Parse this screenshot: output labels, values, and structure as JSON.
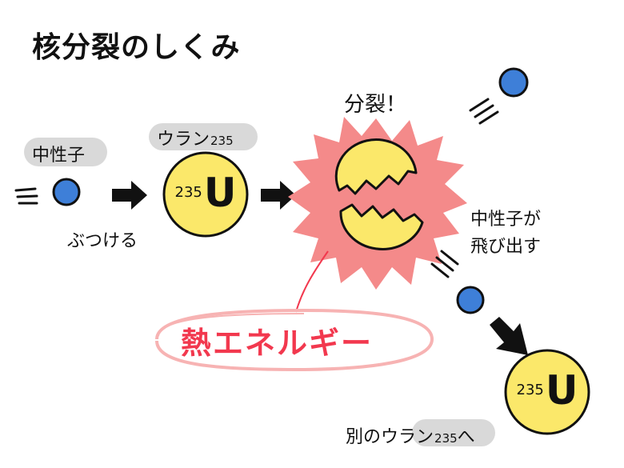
{
  "title": "核分裂のしくみ",
  "labels": {
    "neutron_in": "中性子",
    "uranium_name": "ウラン",
    "uranium_mass_sub": "235",
    "hit": "ぶつける",
    "fission": "分裂！",
    "neutron_out_line1": "中性子が",
    "neutron_out_line2": "飛び出す",
    "heat_energy": "熱エネルギー",
    "other_uranium_prefix": "別の",
    "other_uranium_name": "ウラン",
    "other_uranium_sub": "235",
    "other_uranium_suffix": "へ"
  },
  "nucleus": {
    "mass_number": "235",
    "symbol": "U"
  },
  "colors": {
    "neutron": "#3e7fd8",
    "nucleus": "#fbe86a",
    "burst": "#f48a8a",
    "heat_text": "#f2384e",
    "label_pill": "#d9d9d9"
  }
}
